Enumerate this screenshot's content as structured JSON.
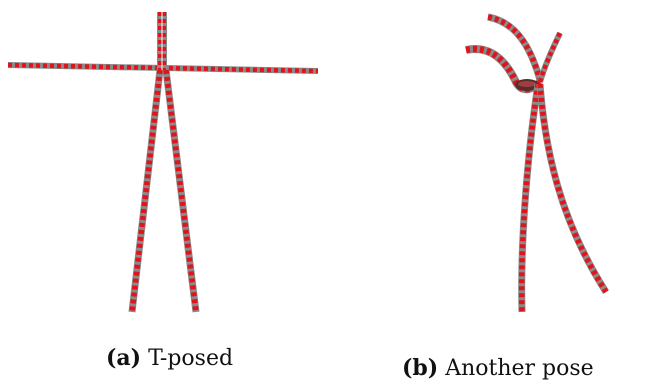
{
  "figure": {
    "panels": [
      {
        "tag": "(a)",
        "caption": "T-posed"
      },
      {
        "tag": "(b)",
        "caption": "Another pose"
      }
    ]
  },
  "colors": {
    "rod_primary": "#e0141c",
    "rod_secondary": "#ffffff",
    "rod_edge": "#8a8a8a"
  }
}
